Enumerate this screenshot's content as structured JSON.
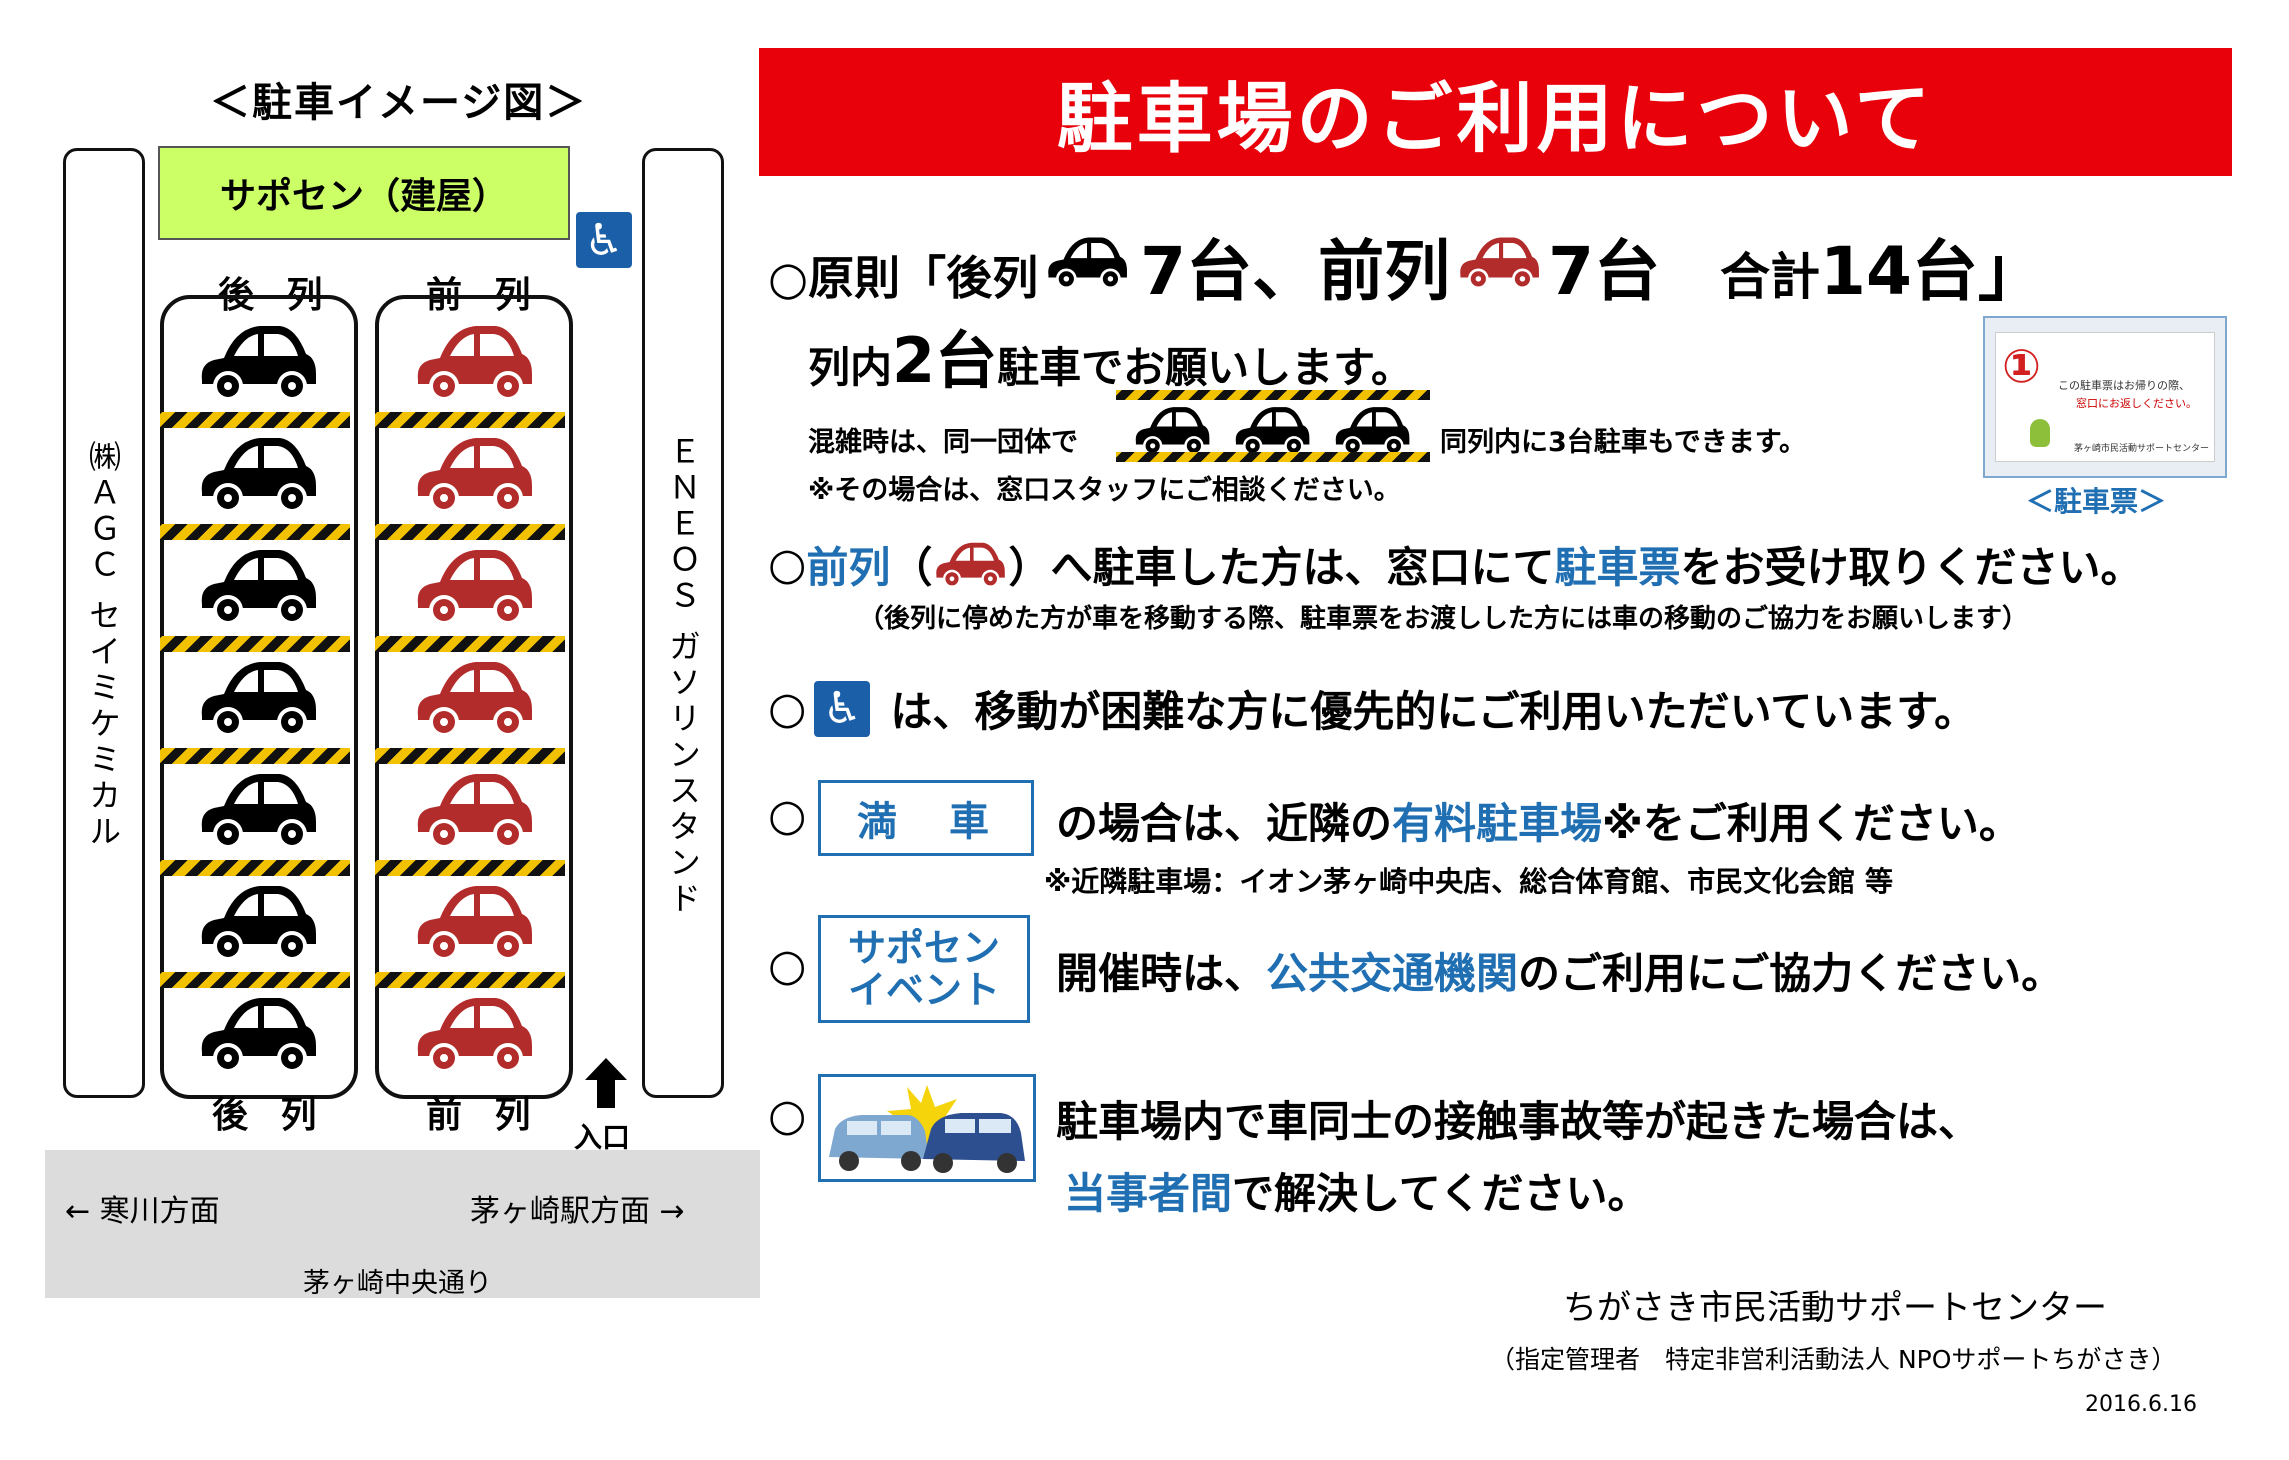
{
  "map": {
    "title": "＜駐車イメージ図＞",
    "building": "サポセン（建屋）",
    "left_neighbor": "㈱ＡＧＣ セイミケミカル",
    "right_neighbor": "ＥＮＥＯＳ ガソリンスタンド",
    "rear_label": "後 列",
    "front_label": "前 列",
    "entrance": "入口",
    "road_left": "← 寒川方面",
    "road_right": "茅ヶ崎駅方面 →",
    "road_name": "茅ヶ崎中央通り",
    "rear_cars": 7,
    "front_cars": 7,
    "colors": {
      "rear_car": "#000000",
      "front_car": "#b32c2c",
      "building": "#ccff66"
    }
  },
  "banner": {
    "title": "駐車場のご利用について"
  },
  "rules": {
    "principle_pre": "○原則「後列",
    "principle_rear": "7台、前列",
    "principle_front": "7台",
    "principle_total": "合計",
    "principle_total_num": "14台」",
    "row2_a": "列内",
    "row2_b": "2台",
    "row2_c": "駐車でお願いします。",
    "crowded_a": "混雑時は、同一団体で",
    "crowded_b": "同列内に3台駐車もできます。",
    "crowded_note": "※その場合は、窓口スタッフにご相談ください。",
    "ticket_caption": "＜駐車票＞",
    "ticket_line1": "この駐車票はお帰りの際、",
    "ticket_line2": "窓口にお返しください。",
    "ticket_footer": "茅ヶ崎市民活動サポートセンター",
    "ticket_num": "①",
    "front_a": "前列",
    "front_b": "（",
    "front_c": "）へ駐車した方は、窓口にて",
    "front_d": "駐車票",
    "front_e": "をお受け取りください。",
    "front_note": "（後列に停めた方が車を移動する際、駐車票をお渡しした方には車の移動のご協力をお願いします）",
    "accessible": "は、移動が困難な方に優先的にご利用いただいています。",
    "full_box": "満　車",
    "full_a": "の場合は、近隣の",
    "full_b": "有料駐車場",
    "full_c": "※をご利用ください。",
    "full_note": "※近隣駐車場：イオン茅ヶ崎中央店、総合体育館、市民文化会館 等",
    "event_box": "サポセン イベント",
    "event_a": "開催時は、",
    "event_b": "公共交通機関",
    "event_c": "のご利用にご協力ください。",
    "accident_a": "駐車場内で車同士の接触事故等が起きた場合は、",
    "accident_b": "当事者間",
    "accident_c": "で解決してください。",
    "circle": "○"
  },
  "footer": {
    "org": "ちがさき市民活動サポートセンター",
    "manager": "（指定管理者　特定非営利活動法人 NPOサポートちがさき）",
    "date": "2016.6.16"
  },
  "icons": [
    "wheelchair-icon",
    "car-icon",
    "up-arrow-icon",
    "collision-icon"
  ]
}
